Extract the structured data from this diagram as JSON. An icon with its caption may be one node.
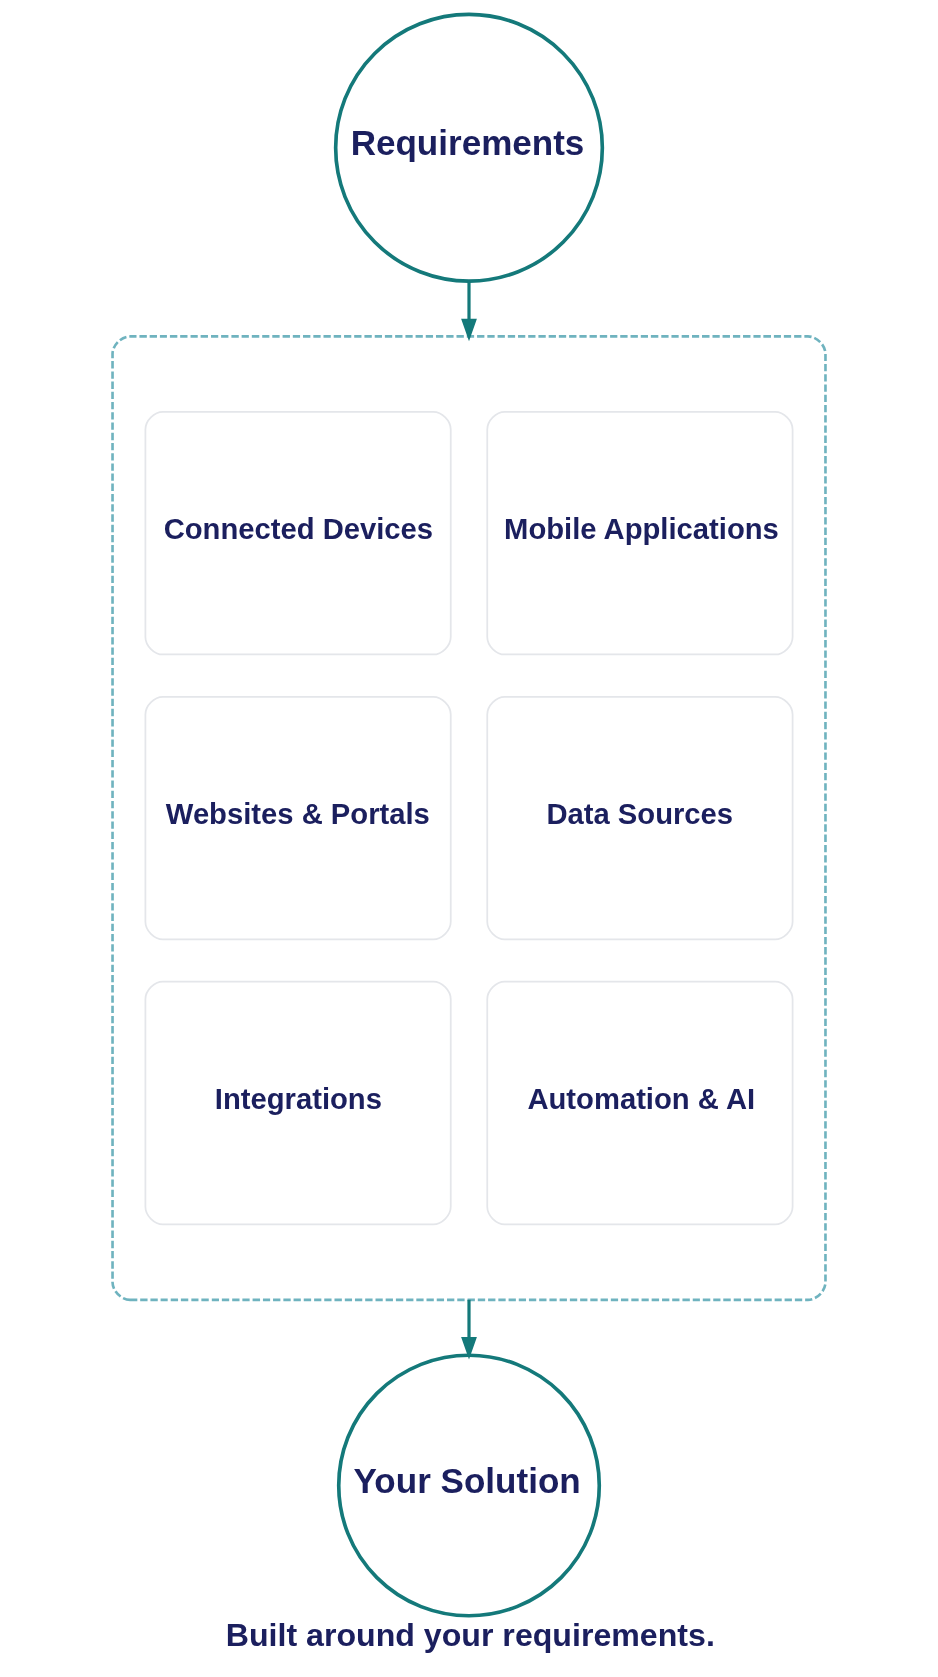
{
  "diagram": {
    "caption": "Built around your requirements.",
    "nodes": [
      {
        "text": [
          "Requirements"
        ]
      },
      {
        "text": [],
        "shape": "box"
      },
      {
        "text": [
          "Connected Devices"
        ],
        "in": 1
      },
      {
        "text": [
          "Mobile Applications"
        ],
        "in": 1
      },
      {
        "text": [
          "Websites & Portals"
        ],
        "in": 1
      },
      {
        "text": [
          "Data Sources"
        ],
        "in": 1
      },
      {
        "text": [
          "Integrations"
        ],
        "in": 1
      },
      {
        "text": [
          "Automation & AI"
        ],
        "in": 1
      },
      {
        "text": [
          "Your Solution"
        ]
      }
    ],
    "edges": [
      {
        "from": 0,
        "to": 1,
        "arrow": "to"
      },
      {
        "from": 1,
        "to": 8,
        "arrow": "to"
      }
    ]
  }
}
